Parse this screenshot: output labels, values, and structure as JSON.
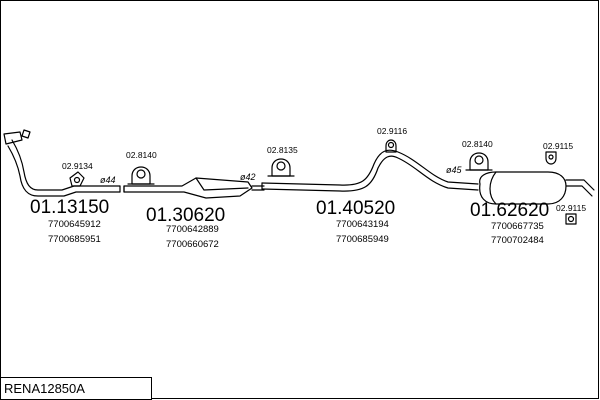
{
  "diagram_code": "RENA12850A",
  "components": [
    {
      "part_no": "01.13150",
      "refs": [
        "7700645912",
        "7700685951"
      ]
    },
    {
      "part_no": "01.30620",
      "refs": [
        "7700642889",
        "7700660672"
      ]
    },
    {
      "part_no": "01.40520",
      "refs": [
        "7700643194",
        "7700685949"
      ]
    },
    {
      "part_no": "01.62620",
      "refs": [
        "7700667735",
        "7700702484"
      ]
    }
  ],
  "accessories": [
    {
      "part_no": "02.9134"
    },
    {
      "part_no": "02.8140"
    },
    {
      "part_no": "02.8135"
    },
    {
      "part_no": "02.9116"
    },
    {
      "part_no": "02.8140"
    },
    {
      "part_no": "02.9115"
    },
    {
      "part_no": "02.9115"
    }
  ],
  "diameters": [
    "ø44",
    "ø42",
    "ø45"
  ]
}
